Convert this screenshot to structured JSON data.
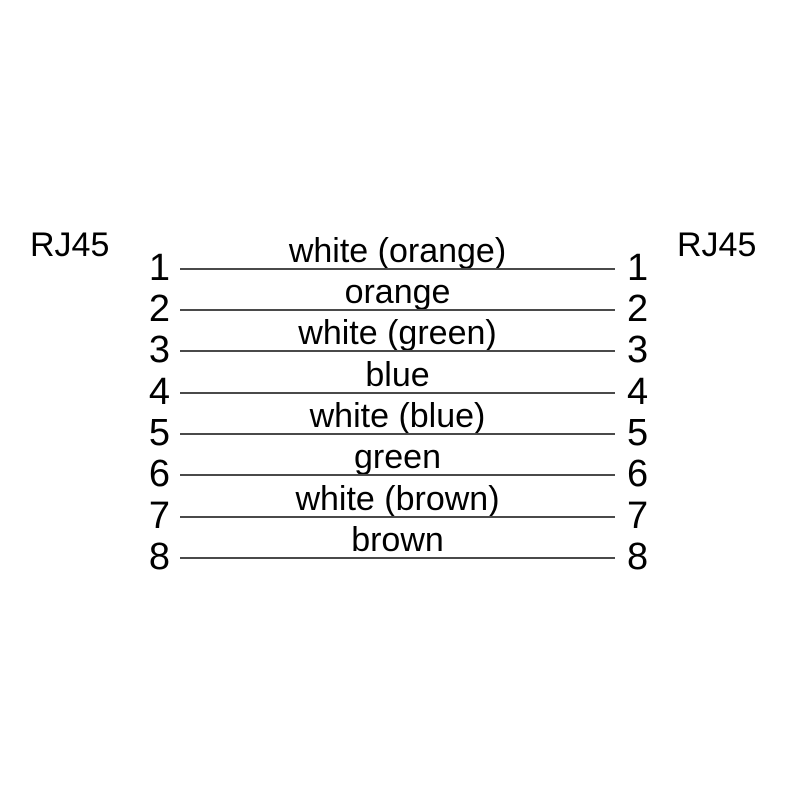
{
  "diagram": {
    "title_semantic": "RJ45 straight-through cable pinout",
    "left_connector_label": "RJ45",
    "right_connector_label": "RJ45",
    "rows": [
      {
        "left_pin": "1",
        "label": "white (orange)",
        "right_pin": "1"
      },
      {
        "left_pin": "2",
        "label": "orange",
        "right_pin": "2"
      },
      {
        "left_pin": "3",
        "label": "white (green)",
        "right_pin": "3"
      },
      {
        "left_pin": "4",
        "label": "blue",
        "right_pin": "4"
      },
      {
        "left_pin": "5",
        "label": "white (blue)",
        "right_pin": "5"
      },
      {
        "left_pin": "6",
        "label": "green",
        "right_pin": "6"
      },
      {
        "left_pin": "7",
        "label": "white (brown)",
        "right_pin": "7"
      },
      {
        "left_pin": "8",
        "label": "brown",
        "right_pin": "8"
      }
    ],
    "colors": {
      "text": "#000000",
      "wire_line": "#4a4a4a",
      "background": "#ffffff"
    }
  }
}
